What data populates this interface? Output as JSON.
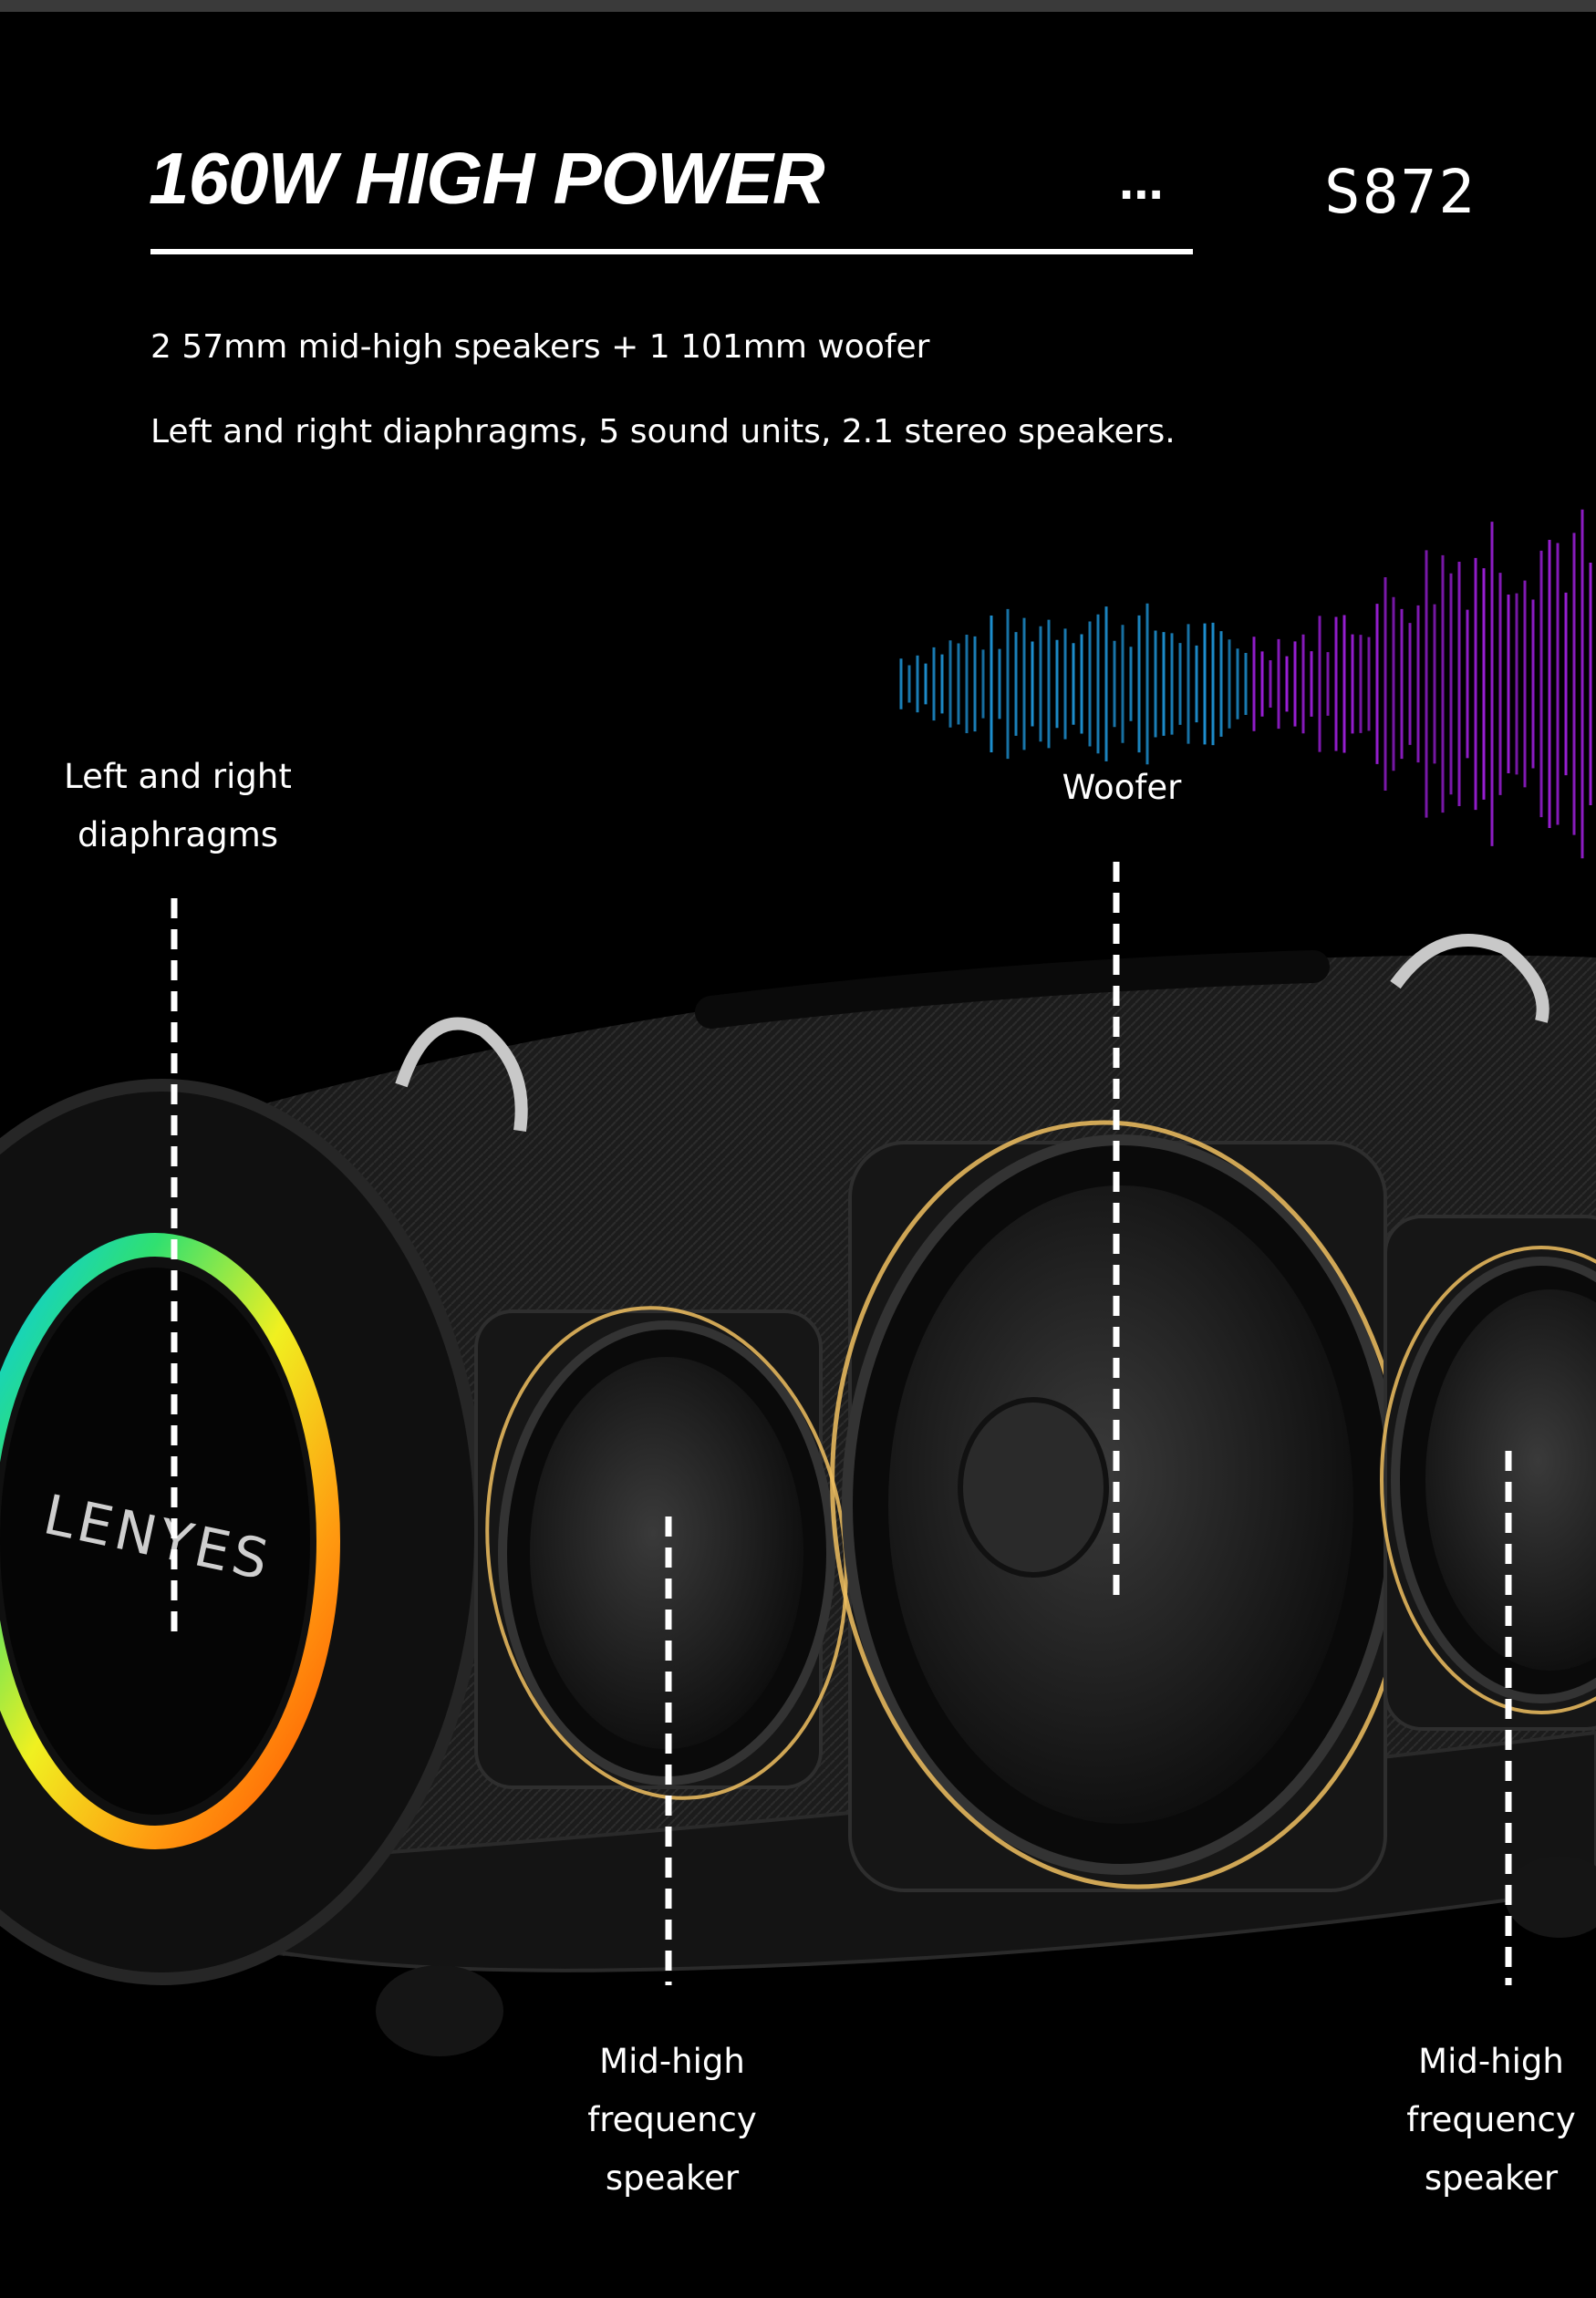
{
  "header": {
    "title": "160W HIGH POWER",
    "more_dots": "...",
    "model": "S872"
  },
  "specs": {
    "line1": "2 57mm mid-high speakers + 1 101mm woofer",
    "line2": "Left and right diaphragms, 5 sound units, 2.1 stereo speakers."
  },
  "callouts": {
    "diaphragms": "Left and right\ndiaphragms",
    "woofer": "Woofer",
    "mid_high_left": "Mid-high\nfrequency\nspeaker",
    "mid_high_right": "Mid-high\nfrequency\nspeaker"
  },
  "product": {
    "brand_logo": "LENYES"
  },
  "colors": {
    "background": "#000000",
    "text": "#ffffff",
    "wave_start": "#1e90d0",
    "wave_end": "#9a1fd6",
    "glow": "#f0c060"
  }
}
